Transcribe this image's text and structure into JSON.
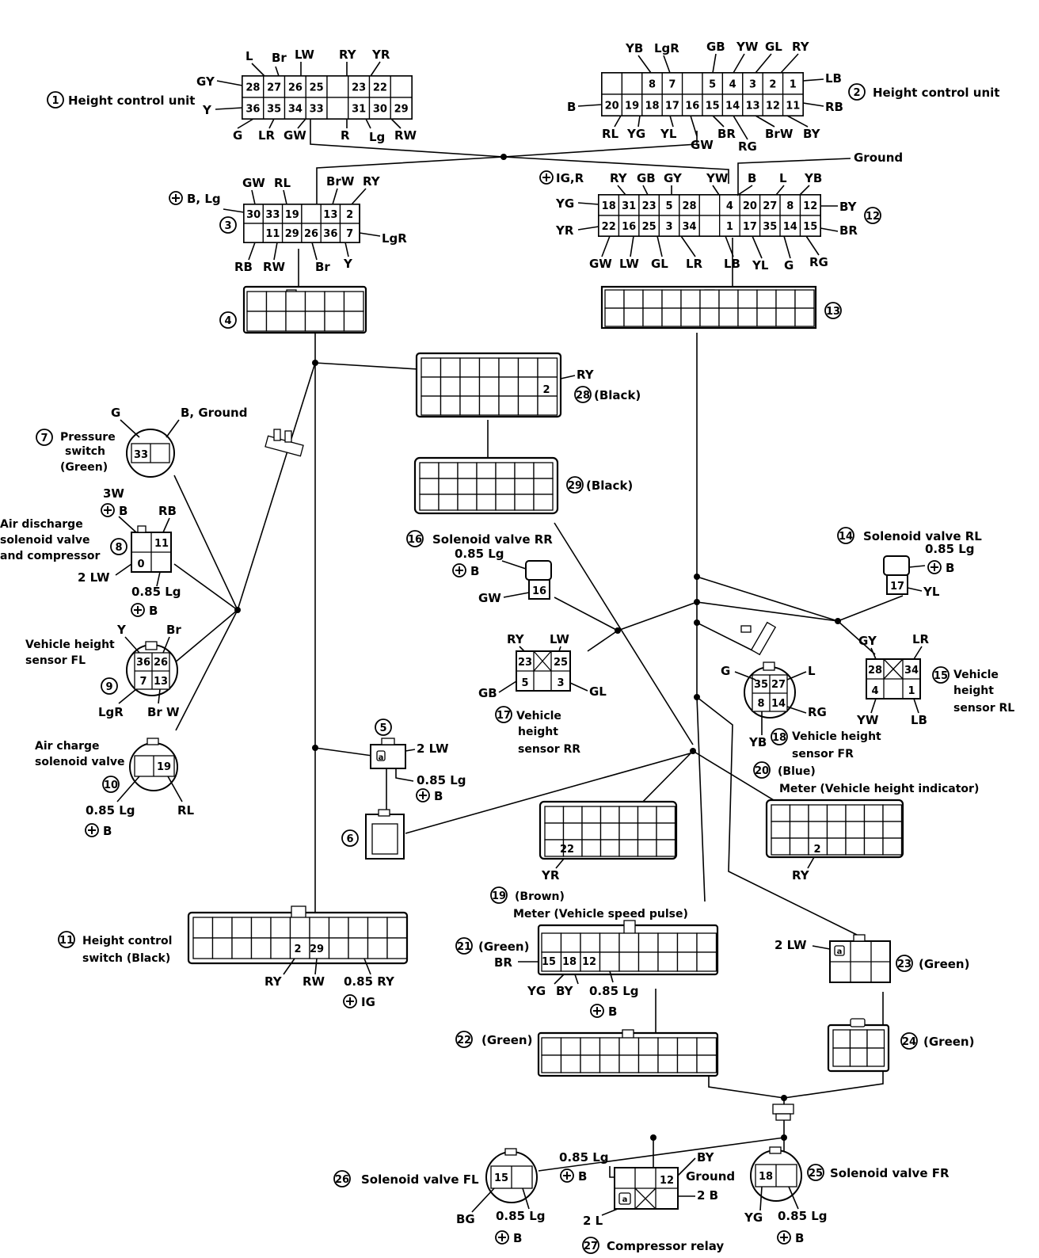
{
  "components": {
    "c1": {
      "number": "1",
      "label": "Height control unit"
    },
    "c2": {
      "number": "2",
      "label": "Height control unit"
    },
    "c3": {
      "number": "3"
    },
    "c4": {
      "number": "4"
    },
    "c5": {
      "number": "5"
    },
    "c6": {
      "number": "6"
    },
    "c7": {
      "number": "7",
      "label_lines": [
        "Pressure",
        "switch",
        "(Green)"
      ]
    },
    "c8": {
      "number": "8",
      "label_lines": [
        "Air discharge",
        "solenoid valve",
        "and compressor"
      ]
    },
    "c9": {
      "number": "9",
      "label_lines": [
        "Vehicle height",
        "sensor FL"
      ]
    },
    "c10": {
      "number": "10",
      "label_lines": [
        "Air charge",
        "solenoid valve"
      ]
    },
    "c11": {
      "number": "11",
      "label_lines": [
        "Height control",
        "switch (Black)"
      ]
    },
    "c12": {
      "number": "12"
    },
    "c13": {
      "number": "13"
    },
    "c14": {
      "number": "14",
      "label": "Solenoid valve RL"
    },
    "c15": {
      "number": "15",
      "label_lines": [
        "Vehicle",
        "height",
        "sensor RL"
      ]
    },
    "c16": {
      "number": "16",
      "label": "Solenoid valve RR"
    },
    "c17": {
      "number": "17",
      "label_lines": [
        "Vehicle",
        "height",
        "sensor RR"
      ]
    },
    "c18": {
      "number": "18",
      "label_lines": [
        "Vehicle height",
        "sensor FR"
      ]
    },
    "c19": {
      "number": "19",
      "label_lines": [
        "(Brown)",
        "Meter (Vehicle speed pulse)"
      ]
    },
    "c20": {
      "number": "20",
      "label_lines": [
        "(Blue)",
        "Meter (Vehicle height indicator)"
      ]
    },
    "c21": {
      "number": "21",
      "label": "(Green)"
    },
    "c22": {
      "number": "22",
      "label": "(Green)"
    },
    "c23": {
      "number": "23",
      "label": "(Green)"
    },
    "c24": {
      "number": "24",
      "label": "(Green)"
    },
    "c25": {
      "number": "25",
      "label": "Solenoid valve FR"
    },
    "c26": {
      "number": "26",
      "label": "Solenoid valve FL"
    },
    "c27": {
      "number": "27",
      "label": "Compressor relay"
    },
    "c28": {
      "number": "28",
      "label": "(Black)"
    },
    "c29": {
      "number": "29",
      "label": "(Black)"
    }
  },
  "c1_wires": {
    "top": [
      "L",
      "Br",
      "LW",
      "RY",
      "YR"
    ],
    "left": [
      "GY",
      "Y"
    ],
    "bottom": [
      "G",
      "LR",
      "GW",
      "R",
      "Lg",
      "RW"
    ],
    "pins_top": [
      "28",
      "27",
      "26",
      "25",
      "",
      "23",
      "22",
      ""
    ],
    "pins_bottom": [
      "36",
      "35",
      "34",
      "33",
      "",
      "31",
      "30",
      "29"
    ]
  },
  "c2_wires": {
    "top": [
      "YB",
      "LgR",
      "GB",
      "YW",
      "GL",
      "RY"
    ],
    "right": [
      "LB",
      "RB"
    ],
    "left": [
      "B"
    ],
    "bottom": [
      "RL",
      "YG",
      "YL",
      "GW",
      "BR",
      "RG",
      "BrW",
      "BY"
    ],
    "pins_top": [
      "",
      "",
      "8",
      "7",
      "",
      "5",
      "4",
      "3",
      "2",
      "1"
    ],
    "pins_bottom": [
      "20",
      "19",
      "18",
      "17",
      "16",
      "15",
      "14",
      "13",
      "12",
      "11"
    ]
  },
  "c3_wires": {
    "top": [
      "GW",
      "RL",
      "BrW",
      "RY"
    ],
    "left": [
      "B, Lg"
    ],
    "right": [
      "LgR"
    ],
    "bottom": [
      "RB",
      "RW",
      "Br",
      "Y"
    ],
    "pins_top": [
      "30",
      "33",
      "19",
      "",
      "13",
      "2"
    ],
    "pins_bottom": [
      "",
      "11",
      "29",
      "26",
      "36",
      "7"
    ]
  },
  "c12_wires": {
    "top": [
      "IG,R",
      "RY",
      "GB",
      "GY",
      "YW",
      "B",
      "L",
      "YB"
    ],
    "ground": "Ground",
    "left": [
      "YG",
      "YR"
    ],
    "right": [
      "BY",
      "BR"
    ],
    "bottom": [
      "GW",
      "LW",
      "GL",
      "LR",
      "LB",
      "YL",
      "G",
      "RG"
    ],
    "pins_top": [
      "18",
      "31",
      "23",
      "5",
      "28",
      "",
      "4",
      "20",
      "27",
      "8",
      "12"
    ],
    "pins_bottom": [
      "22",
      "16",
      "25",
      "3",
      "34",
      "",
      "1",
      "17",
      "35",
      "14",
      "15"
    ]
  },
  "c28_wires": {
    "pin": "2",
    "wire": "RY"
  },
  "c7_wires": {
    "top": [
      "G",
      "B, Ground"
    ],
    "pin": "33"
  },
  "c8_wires": {
    "labels": [
      "3W",
      "B",
      "RB",
      "2 LW",
      "0.85 Lg",
      "B"
    ],
    "pins": [
      "11",
      "0"
    ]
  },
  "c9_wires": {
    "labels": [
      "Y",
      "Br",
      "LgR",
      "Br W"
    ],
    "pins": [
      "36",
      "26",
      "7",
      "13"
    ]
  },
  "c10_wires": {
    "labels": [
      "0.85 Lg",
      "B",
      "RL"
    ],
    "pin": "19"
  },
  "c5_wires": {
    "labels": [
      "2 LW",
      "0.85 Lg",
      "B"
    ],
    "pin": "a"
  },
  "c11_wires": {
    "pins": [
      "2",
      "29"
    ],
    "labels": [
      "RY",
      "RW",
      "0.85 RY",
      "IG"
    ]
  },
  "c16_wires": {
    "labels": [
      "0.85 Lg",
      "B",
      "GW"
    ],
    "pin": "16"
  },
  "c17_wires": {
    "labels": [
      "RY",
      "LW",
      "GB",
      "GL"
    ],
    "pins": [
      "23",
      "25",
      "5",
      "3"
    ]
  },
  "c14_wires": {
    "labels": [
      "0.85 Lg",
      "B",
      "YL"
    ],
    "pin": "17"
  },
  "c15_wires": {
    "labels": [
      "GY",
      "LR",
      "YW",
      "LB"
    ],
    "pins": [
      "28",
      "34",
      "4",
      "1"
    ]
  },
  "c18_wires": {
    "labels": [
      "G",
      "L",
      "RG",
      "YB"
    ],
    "pins": [
      "35",
      "27",
      "8",
      "14"
    ]
  },
  "c19_wires": {
    "pin": "22",
    "wire": "YR"
  },
  "c20_wires": {
    "pin": "2",
    "wire": "RY"
  },
  "c21_wires": {
    "pins": [
      "15",
      "18",
      "12"
    ],
    "labels": [
      "BR",
      "YG",
      "BY",
      "0.85 Lg",
      "B"
    ]
  },
  "c23_wires": {
    "labels": [
      "2 LW"
    ],
    "pin": "a"
  },
  "c26_wires": {
    "labels": [
      "BG",
      "0.85 Lg",
      "B"
    ],
    "pin": "15"
  },
  "c25_wires": {
    "labels": [
      "YG",
      "0.85 Lg",
      "B"
    ],
    "pin": "18"
  },
  "c27_wires": {
    "labels": [
      "0.85 Lg",
      "B",
      "BY",
      "Ground",
      "2 B",
      "2 L"
    ],
    "pins": [
      "12",
      "a"
    ]
  }
}
